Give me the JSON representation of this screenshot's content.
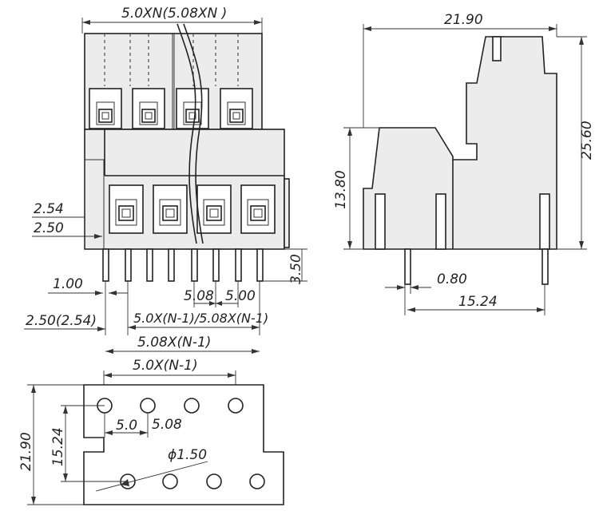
{
  "front_view": {
    "top_width": "5.0XN(5.08XN )",
    "label_2_54": "2.54",
    "label_2_50": "2.50",
    "label_1_00": "1.00",
    "label_3_50": "3.50",
    "label_5_08": "5.08",
    "label_5_00": "5.00",
    "label_pitch_rows": "2.50(2.54)",
    "label_span_a": "5.0X(N-1)/5.08X(N-1)",
    "label_span_b": "5.08X(N-1)"
  },
  "side_view": {
    "width": "21.90",
    "height": "25.60",
    "lower_height": "13.80",
    "pin_width": "0.80",
    "pin_span": "15.24"
  },
  "footprint": {
    "span": "5.0X(N-1)",
    "depth": "21.90",
    "row_spacing": "15.24",
    "pitch_a": "5.0",
    "pitch_b": "5.08",
    "hole_dia": "ϕ1.50"
  }
}
